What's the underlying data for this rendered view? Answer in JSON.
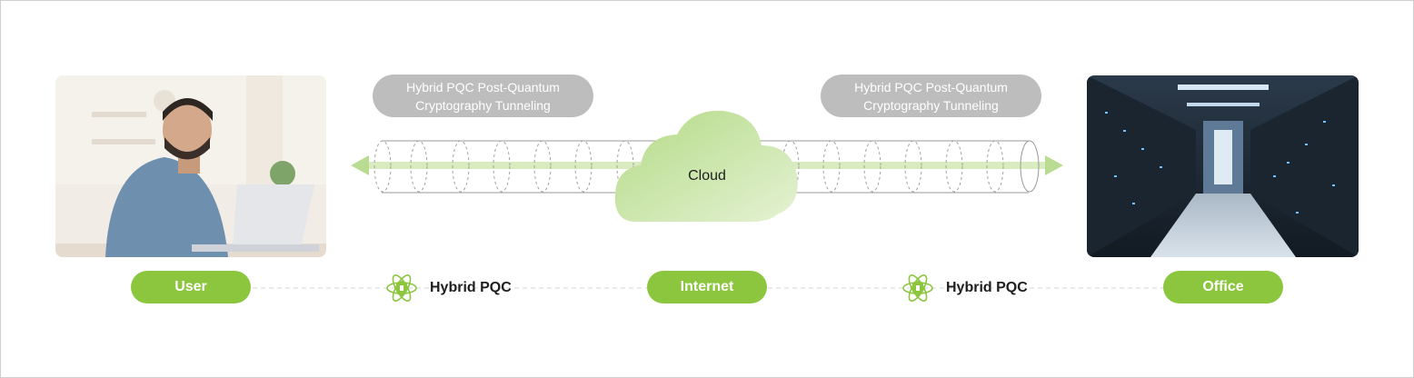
{
  "colors": {
    "green": "#8cc63f",
    "green_light": "#d9ecc0",
    "bubble_gray": "#bdbdbd"
  },
  "tunnel_labels": {
    "left": [
      "Hybrid PQC Post-Quantum",
      "Cryptography Tunneling"
    ],
    "right": [
      "Hybrid PQC Post-Quantum",
      "Cryptography Tunneling"
    ]
  },
  "cloud": {
    "label": "Cloud"
  },
  "nodes": {
    "user": "User",
    "internet": "Internet",
    "office": "Office"
  },
  "pqc": {
    "left_label": "Hybrid PQC",
    "right_label": "Hybrid PQC",
    "icon": "atom-shield-icon"
  }
}
